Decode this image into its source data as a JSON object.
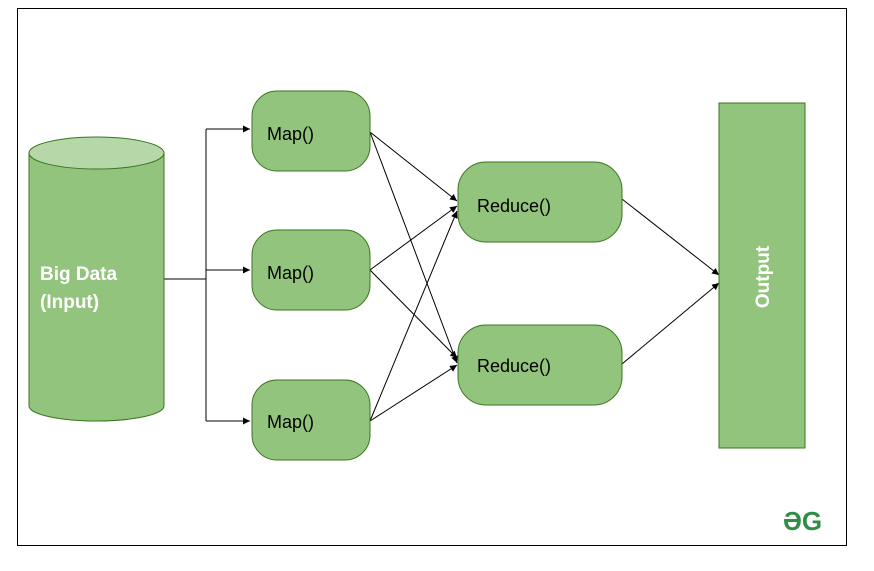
{
  "colors": {
    "node_fill": "#93c47d",
    "node_stroke": "#38761d",
    "cylinder_top": "#b6d7a8",
    "edge": "#000000",
    "logo": "#2f8d46"
  },
  "input": {
    "line1": "Big Data",
    "line2": "(Input)"
  },
  "mappers": [
    {
      "label": "Map()"
    },
    {
      "label": "Map()"
    },
    {
      "label": "Map()"
    }
  ],
  "reducers": [
    {
      "label": "Reduce()"
    },
    {
      "label": "Reduce()"
    }
  ],
  "output": {
    "label": "Output"
  },
  "logo": {
    "text": "ƏG"
  }
}
